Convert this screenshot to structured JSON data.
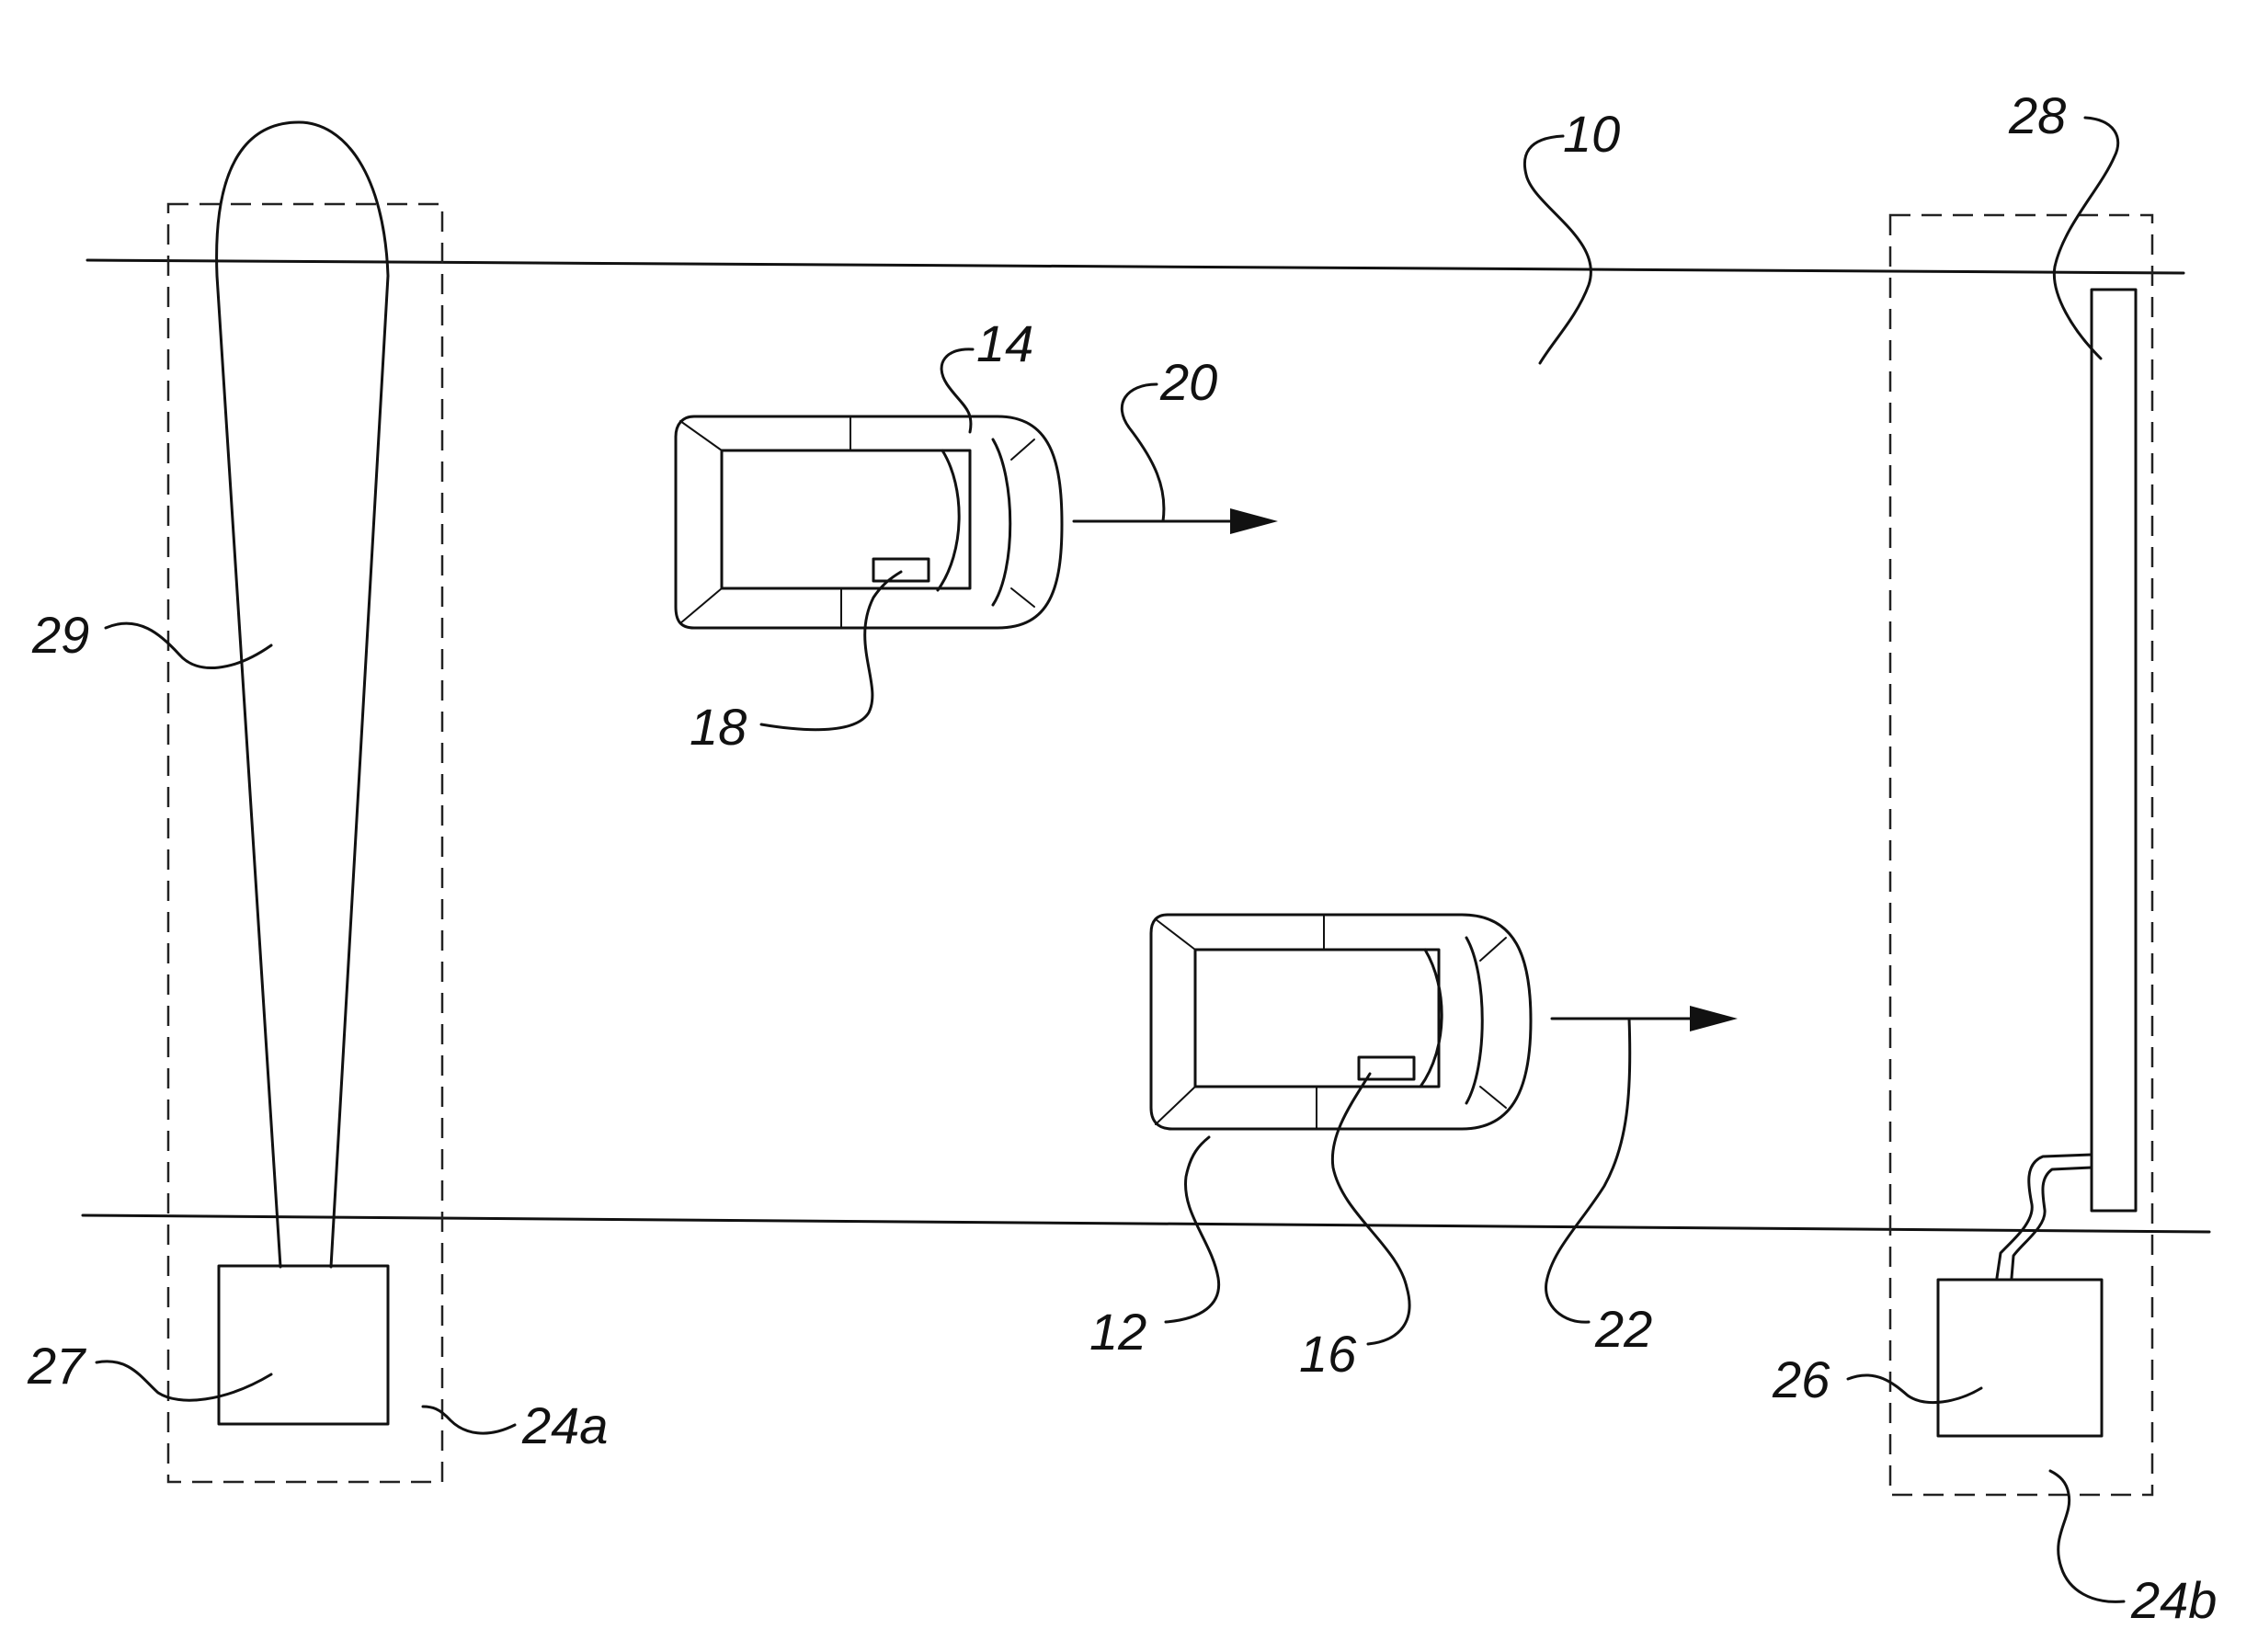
{
  "labels": {
    "road": "10",
    "vehicle_lower": "12",
    "vehicle_upper": "14",
    "tag_lower": "16",
    "tag_upper": "18",
    "direction_upper": "20",
    "direction_lower": "22",
    "station_left": "24a",
    "station_right": "24b",
    "reader_right": "26",
    "reader_left": "27",
    "antenna_right": "28",
    "antenna_left": "29"
  }
}
